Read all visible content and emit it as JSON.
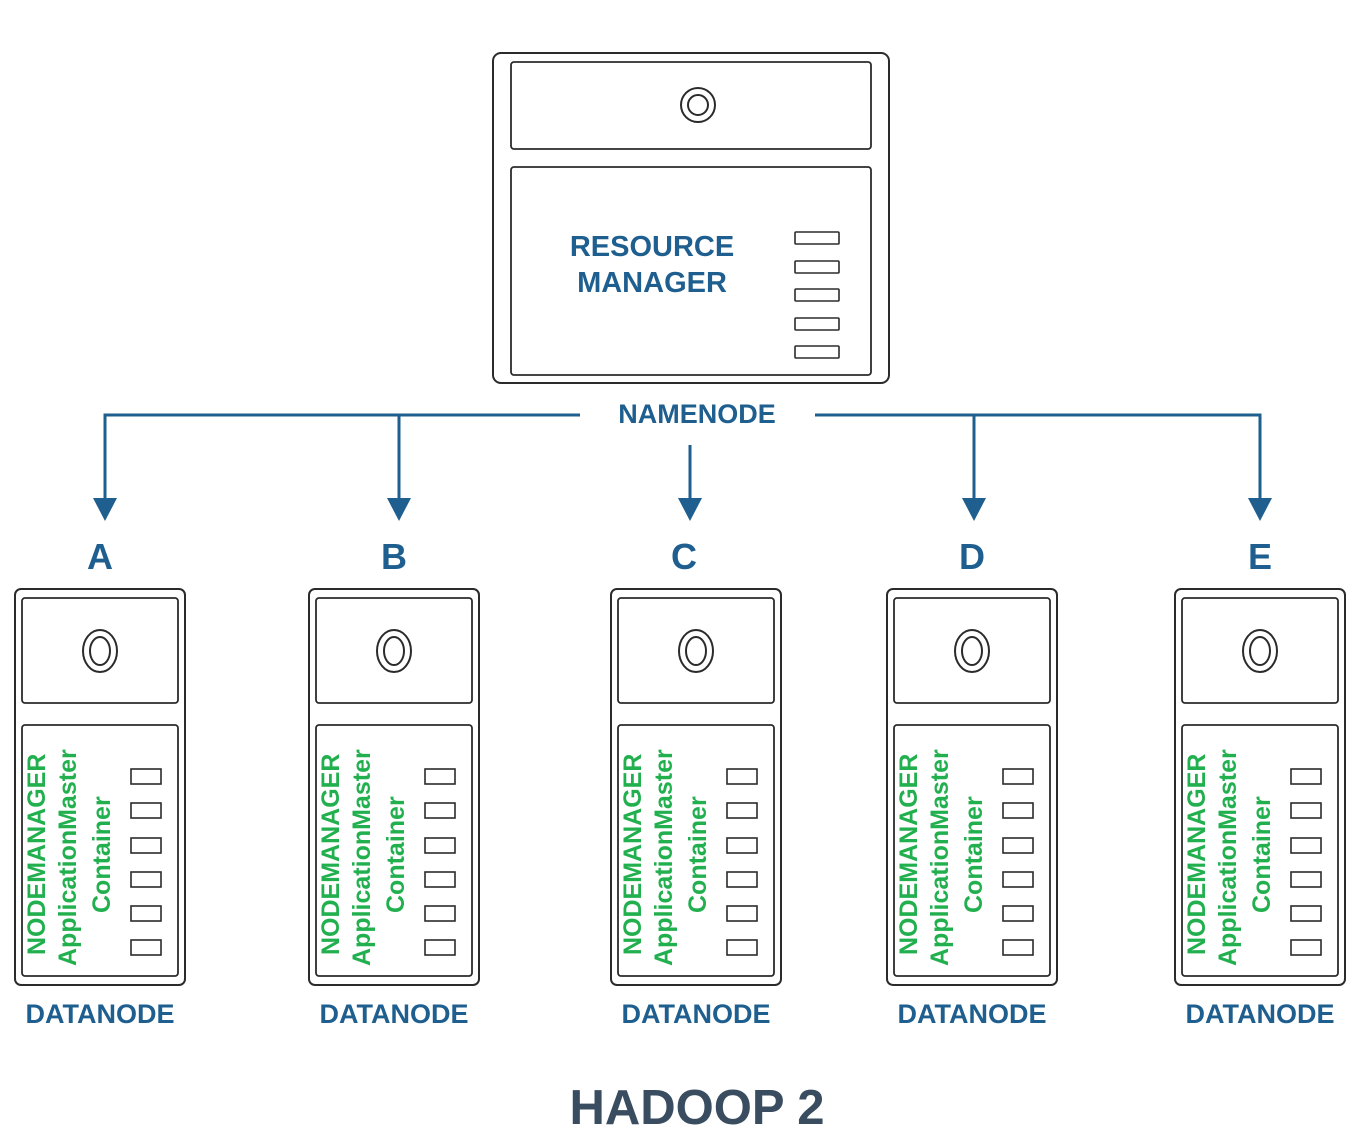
{
  "resource_manager": {
    "line1": "RESOURCE",
    "line2": "MANAGER"
  },
  "namenode_label": "NAMENODE",
  "datanode_label": "DATANODE",
  "node_labels": [
    "A",
    "B",
    "C",
    "D",
    "E"
  ],
  "node_stack": {
    "line1": "NODEMANAGER",
    "line2": "ApplicationMaster",
    "line3": "Container"
  },
  "title": "HADOOP 2",
  "colors": {
    "line": "#1f5f8f",
    "label": "#1f5f8f",
    "green_text": "#22b04f",
    "title": "#3a4d60"
  }
}
